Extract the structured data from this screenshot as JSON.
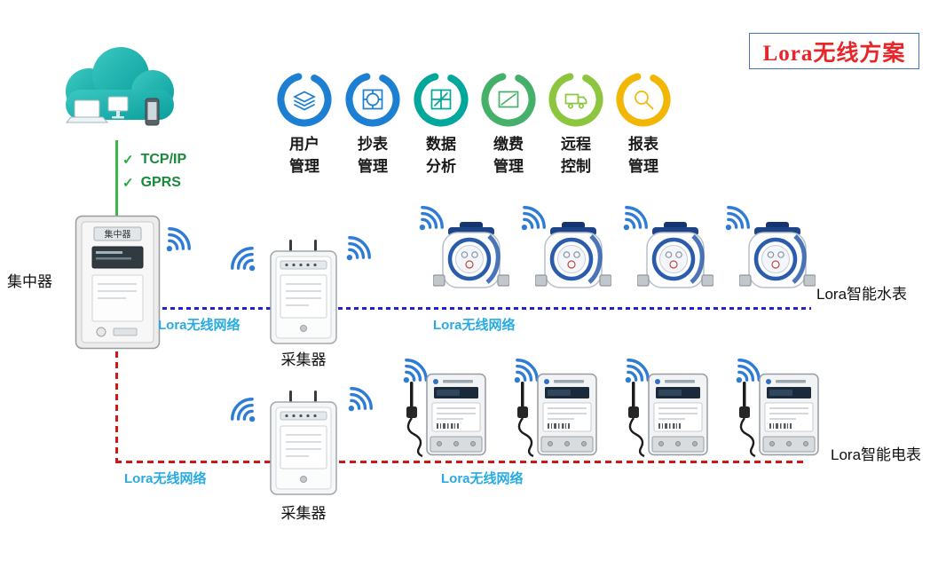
{
  "title": "Lora无线方案",
  "cloud": {
    "check": "✓",
    "protocols": [
      {
        "label": "TCP/IP"
      },
      {
        "label": "GPRS"
      }
    ]
  },
  "features": [
    {
      "line1": "用户",
      "line2": "管理",
      "color": "#1c7fd2"
    },
    {
      "line1": "抄表",
      "line2": "管理",
      "color": "#1c7fd2"
    },
    {
      "line1": "数据",
      "line2": "分析",
      "color": "#00a79b"
    },
    {
      "line1": "缴费",
      "line2": "管理",
      "color": "#45b06a"
    },
    {
      "line1": "远程",
      "line2": "控制",
      "color": "#8cc63f"
    },
    {
      "line1": "报表",
      "line2": "管理",
      "color": "#f2b705"
    }
  ],
  "labels": {
    "concentrator": "集中器",
    "collector": "采集器",
    "water_meters": "Lora智能水表",
    "electric_meters": "Lora智能电表",
    "lora_network": "Lora无线网络"
  },
  "device_text": {
    "concentrator_screen": "集中器"
  },
  "colors": {
    "blue_link": "#2121d6",
    "red_link": "#d01616",
    "green_link": "#3cb54a",
    "network_label": "#29abe2",
    "wifi_icon": "#2e7cd6",
    "title_text": "#e8262a",
    "title_border": "#4472c4",
    "protocol_text": "#178a3c"
  }
}
